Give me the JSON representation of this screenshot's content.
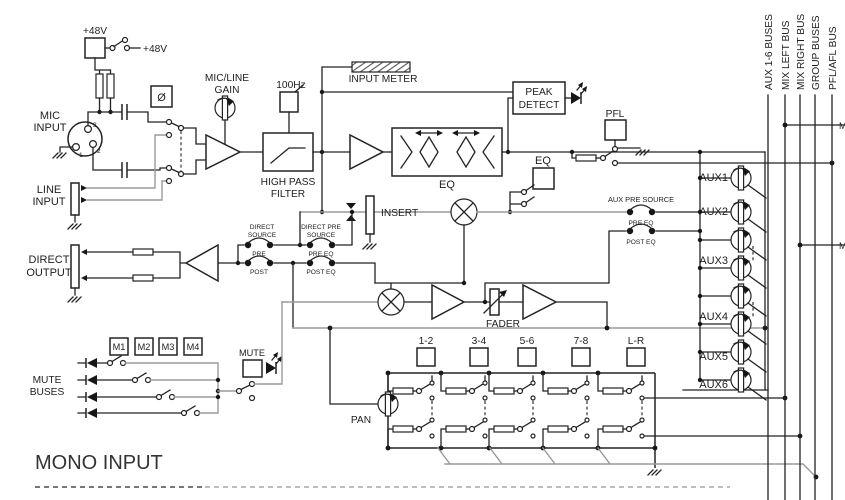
{
  "title": "MONO INPUT",
  "labels": {
    "phantom_top": "+48V",
    "phantom_side": "+48V",
    "mic_l1": "MIC",
    "mic_l2": "INPUT",
    "xlr_pin1": "1",
    "xlr_pin2": "2",
    "xlr_pin3": "3",
    "line_l1": "LINE",
    "line_l2": "INPUT",
    "direct_l1": "DIRECT",
    "direct_l2": "OUTPUT",
    "phase": "Ø",
    "gain_l1": "MIC/LINE",
    "gain_l2": "GAIN",
    "hpf_freq": "100Hz",
    "hpf_l1": "HIGH PASS",
    "hpf_l2": "FILTER",
    "input_meter": "INPUT METER",
    "peak_l1": "PEAK",
    "peak_l2": "DETECT",
    "pfl": "PFL",
    "eq_block": "EQ",
    "eq_button": "EQ",
    "insert": "INSERT",
    "direct_source_l1": "DIRECT",
    "direct_source_l2": "SOURCE",
    "direct_source_pre": "PRE",
    "direct_source_post": "POST",
    "direct_pre_source_l1": "DIRECT PRE",
    "direct_pre_source_l2": "SOURCE",
    "direct_pre_source_pre": "PRE EQ",
    "direct_pre_source_post": "POST EQ",
    "aux_pre_source": "AUX PRE SOURCE",
    "aux_pre_eq": "PRE EQ",
    "aux_post_eq": "POST EQ",
    "fader": "FADER",
    "pan": "PAN",
    "mute": "MUTE",
    "mute_buses_l1": "MUTE",
    "mute_buses_l2": "BUSES",
    "edge_fragment_top": "M",
    "edge_fragment_mid": "M"
  },
  "mute_group_buttons": [
    "M1",
    "M2",
    "M3",
    "M4"
  ],
  "routing_buttons": [
    "1-2",
    "3-4",
    "5-6",
    "7-8",
    "L-R"
  ],
  "aux_sends": [
    "AUX1",
    "AUX2",
    "AUX3",
    "AUX4",
    "AUX5",
    "AUX6"
  ],
  "buses": [
    "AUX 1-6 BUSES",
    "MIX LEFT BUS",
    "MIX RIGHT BUS",
    "GROUP BUSES",
    "PFL/AFL BUS"
  ],
  "colors": {
    "wire": "#232323",
    "wire_secondary": "#9a9a9a",
    "background": "#ffffff",
    "text": "#1e1e1e"
  }
}
